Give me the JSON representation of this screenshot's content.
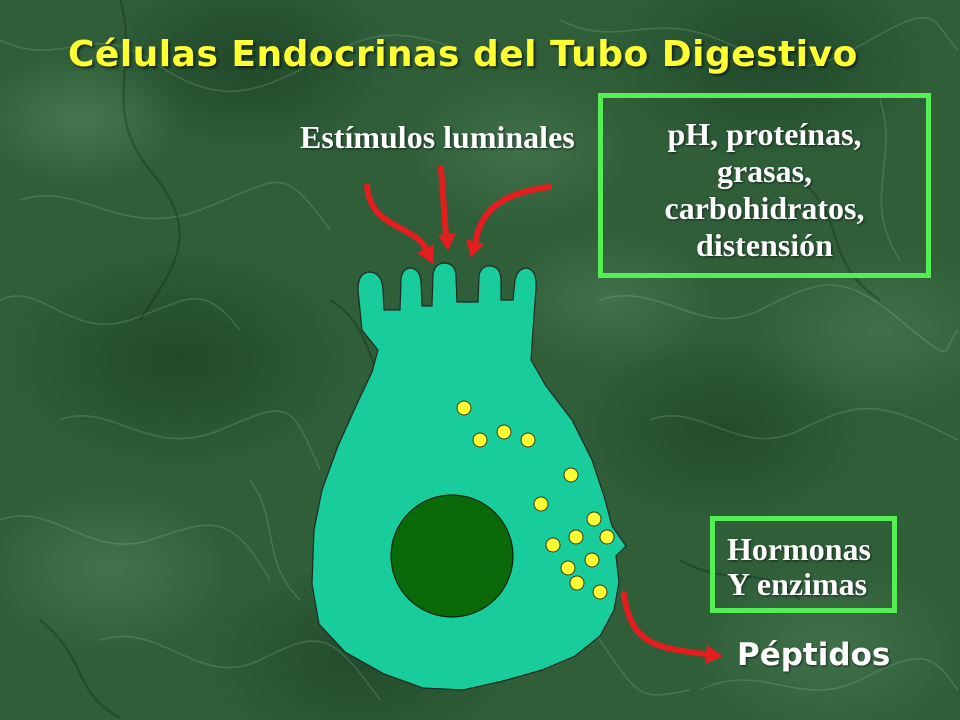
{
  "slide": {
    "title": "Células Endocrinas del Tubo Digestivo"
  },
  "diagram": {
    "stimulus_label": "Estímulos luminales",
    "stimuli_box": {
      "lines": [
        "pH, proteínas,",
        "grasas,",
        "carbohidratos,",
        "distensión"
      ]
    },
    "secretion_box": {
      "lines": [
        "Hormonas",
        "Y enzimas"
      ]
    },
    "output_label": "Péptidos"
  },
  "colors": {
    "title_text": "#ffff33",
    "label_text": "#ffffff",
    "box_border": "#55ee55",
    "arrow": "#e41e1e",
    "cell": "#18cc9c",
    "nucleus": "#0a6a0a",
    "granule": "#ffff33"
  }
}
